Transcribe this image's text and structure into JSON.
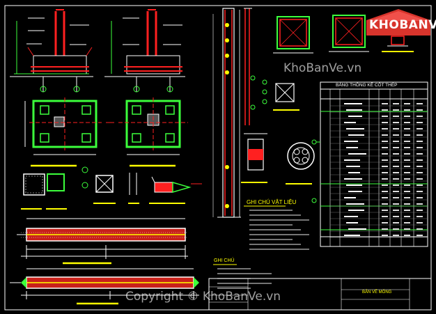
{
  "brand": {
    "logo_text": "KHOBANVE",
    "watermark_top": "KhoBanVe.vn",
    "watermark_bottom": "Copyright © KhoBanVe.vn"
  },
  "drawing": {
    "table_title": "BẢNG THỐNG KÊ CỐT THÉP",
    "notes_title_1": "GHI CHÚ VẬT LIỆU",
    "notes_title_2": "GHI CHÚ",
    "sheet_name": "BẢN VẼ MÓNG"
  },
  "colors": {
    "background": "#000000",
    "cad_white": "#ffffff",
    "cad_green": "#3cff3c",
    "cad_red": "#ff2020",
    "cad_yellow": "#ffff00",
    "cad_cyan": "#00e5ff",
    "logo_red": "#d8342c"
  }
}
